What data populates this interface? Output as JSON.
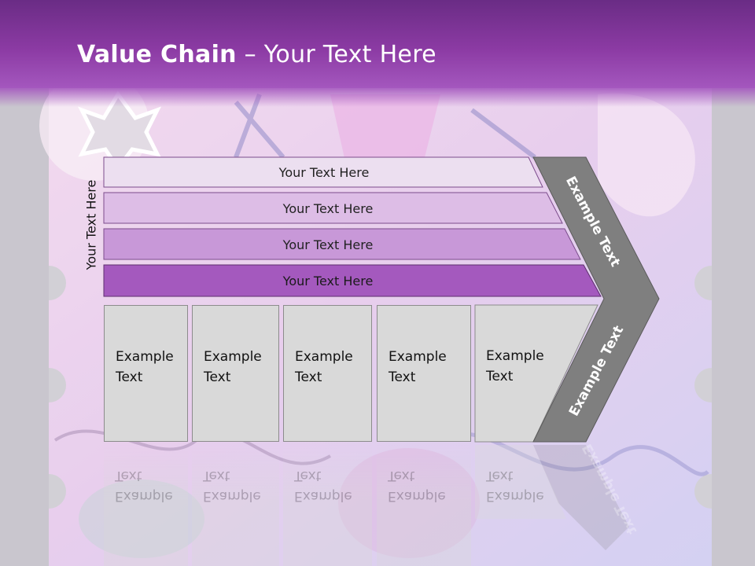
{
  "slide": {
    "title_bold": "Value Chain",
    "title_rest": " – Your Text Here",
    "side_label": "Your Text Here",
    "bands": [
      {
        "label": "Your Text Here",
        "color": "#ecdff0"
      },
      {
        "label": "Your Text Here",
        "color": "#ddbde6"
      },
      {
        "label": "Your Text Here",
        "color": "#c898d8"
      },
      {
        "label": "Your Text Here",
        "color": "#a459be"
      }
    ],
    "boxes": [
      {
        "text": "Example\nText"
      },
      {
        "text": "Example\nText"
      },
      {
        "text": "Example\nText"
      },
      {
        "text": "Example\nText"
      },
      {
        "text": "Example\nText"
      }
    ],
    "chevron_top_label": "Example Text",
    "chevron_bottom_label": "Example Text"
  },
  "colors": {
    "header": "#8b3aa3",
    "chevron": "#7f7f7f",
    "box": "#d9d9d9"
  }
}
